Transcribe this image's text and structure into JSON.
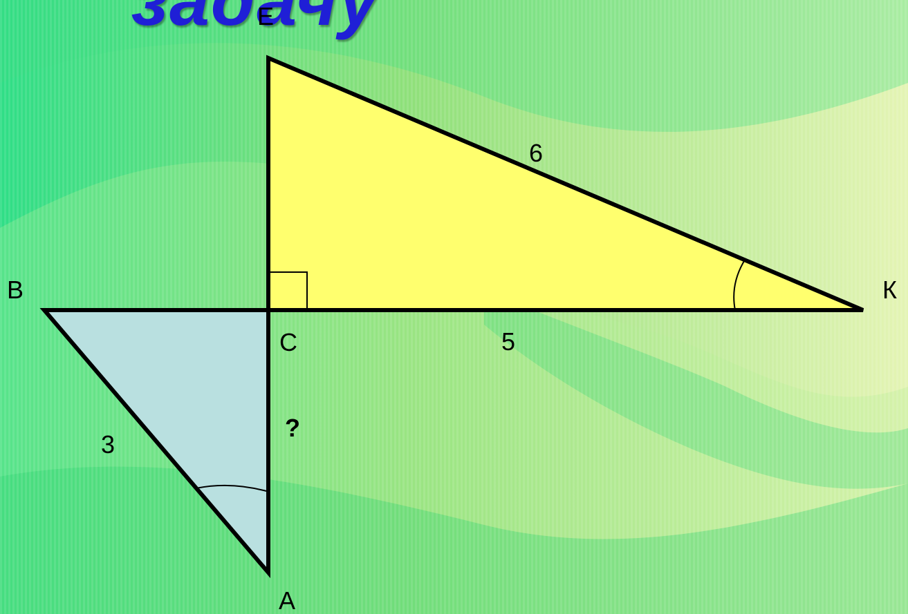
{
  "title": "задачу",
  "colors": {
    "background_green": "#3de08a",
    "background_light": "#d8f0b0",
    "triangle_right_fill": "#ffff6e",
    "triangle_left_fill": "#b9e0e0",
    "title_color": "#1f1fd6"
  },
  "diagram": {
    "vertices": {
      "E": "E",
      "K": "К",
      "C": "C",
      "B": "B",
      "A": "A"
    },
    "side_labels": {
      "EK": "6",
      "CK": "5",
      "AB": "3",
      "AC": "?"
    }
  }
}
